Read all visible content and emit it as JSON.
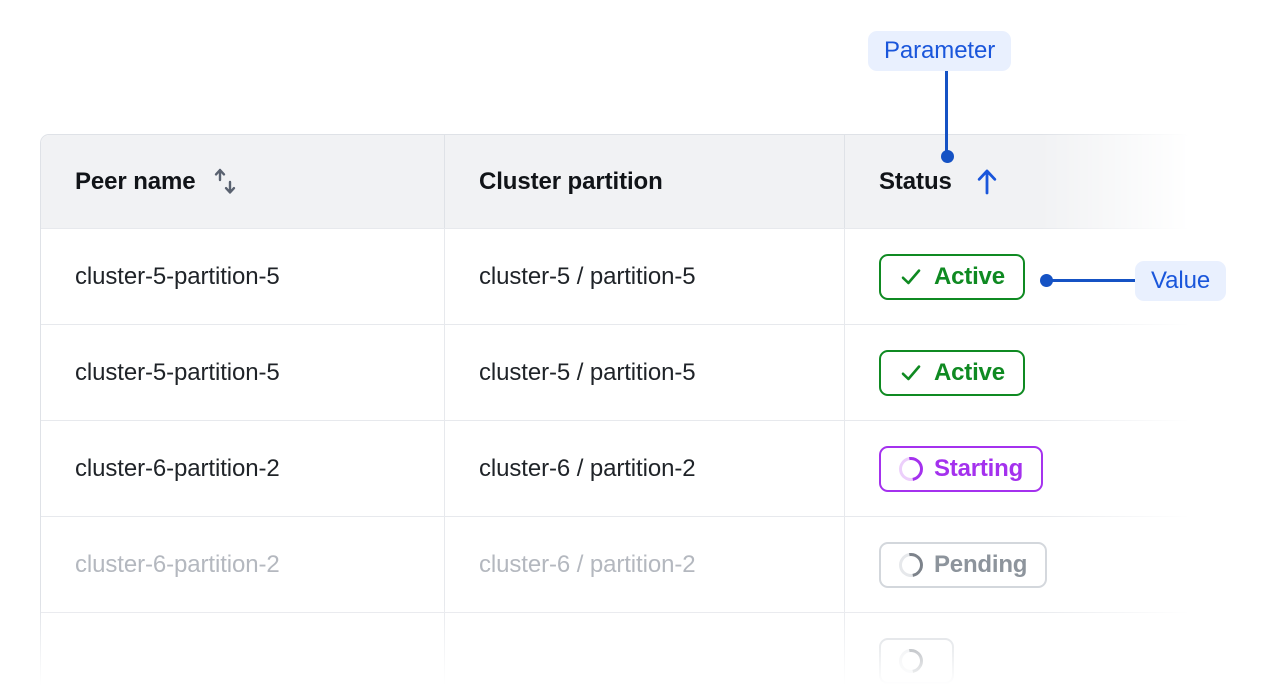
{
  "table": {
    "columns": [
      {
        "id": "peer-name",
        "label": "Peer name",
        "sort_icon": "sort-updown-icon",
        "sort_state": "unsorted"
      },
      {
        "id": "cluster-partition",
        "label": "Cluster partition",
        "sort_icon": null,
        "sort_state": "none"
      },
      {
        "id": "status",
        "label": "Status",
        "sort_icon": "sort-up-arrow-icon",
        "sort_state": "ascending"
      }
    ],
    "rows": [
      {
        "peer_name": "cluster-5-partition-5",
        "cluster_partition": "cluster-5 / partition-5",
        "status": "Active",
        "status_kind": "active",
        "status_icon": "check-icon",
        "muted": false
      },
      {
        "peer_name": "cluster-5-partition-5",
        "cluster_partition": "cluster-5 / partition-5",
        "status": "Active",
        "status_kind": "active",
        "status_icon": "check-icon",
        "muted": false
      },
      {
        "peer_name": "cluster-6-partition-2",
        "cluster_partition": "cluster-6 / partition-2",
        "status": "Starting",
        "status_kind": "starting",
        "status_icon": "spinner-icon",
        "muted": false
      },
      {
        "peer_name": "cluster-6-partition-2",
        "cluster_partition": "cluster-6 / partition-2",
        "status": "Pending",
        "status_kind": "pending",
        "status_icon": "spinner-icon",
        "muted": true
      },
      {
        "peer_name": "",
        "cluster_partition": "",
        "status": "",
        "status_kind": "pending",
        "status_icon": "spinner-icon",
        "muted": true
      }
    ]
  },
  "annotations": {
    "parameter": {
      "label": "Parameter",
      "target": "status-column-header"
    },
    "value": {
      "label": "Value",
      "target": "status-cell-row-1"
    }
  },
  "colors": {
    "annotation_badge_bg": "#e9f0fe",
    "annotation_text": "#1a56db",
    "annotation_line": "#1552c4",
    "status_active": "#0f8a22",
    "status_starting": "#a431ee",
    "status_pending": "#8d949c",
    "header_bg": "#f1f2f4",
    "border": "#e7e9ed",
    "text": "#1f2328",
    "text_muted": "#b4b8bf"
  }
}
